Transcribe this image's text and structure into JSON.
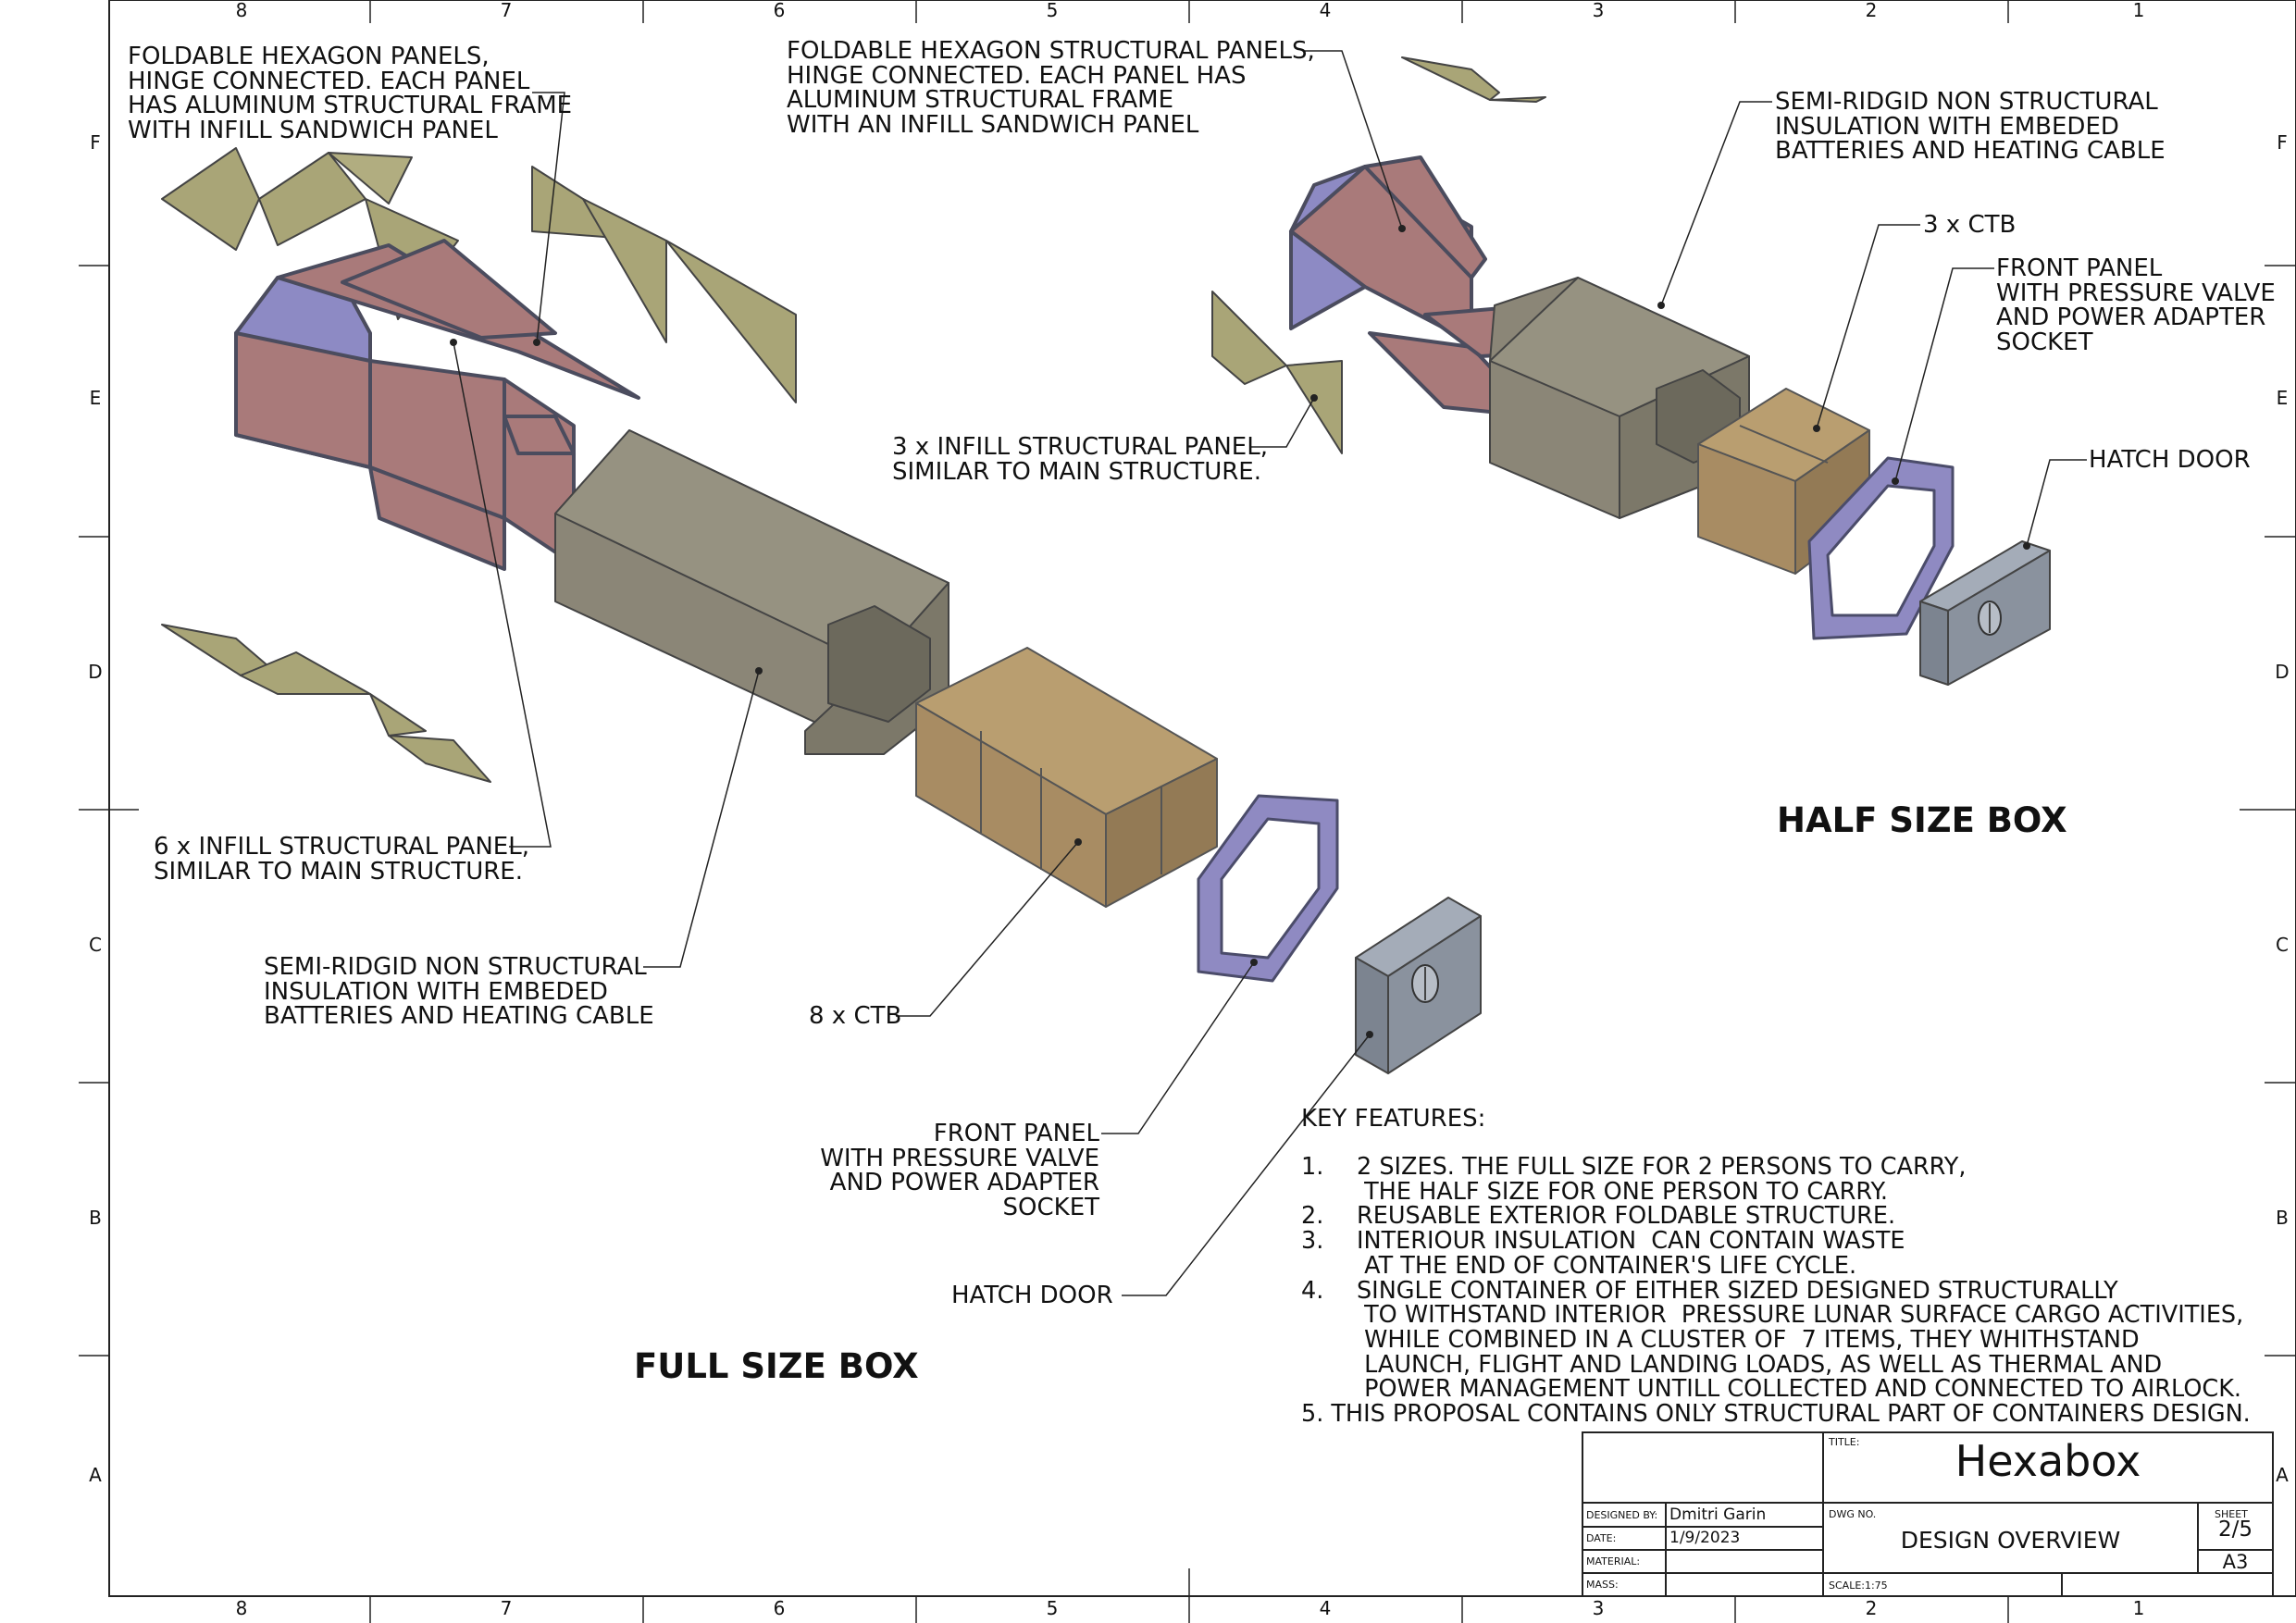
{
  "border": {
    "columns": [
      "8",
      "7",
      "6",
      "5",
      "4",
      "3",
      "2",
      "1"
    ],
    "rows": [
      "F",
      "E",
      "D",
      "C",
      "B",
      "A"
    ]
  },
  "full_size": {
    "title": "FULL SIZE BOX",
    "labels": {
      "hexagon_panels": "FOLDABLE HEXAGON PANELS,\nHINGE CONNECTED. EACH PANEL\nHAS ALUMINUM STRUCTURAL FRAME\nWITH INFILL SANDWICH PANEL",
      "infill_panel": "6 x INFILL STRUCTURAL PANEL,\nSIMILAR TO MAIN STRUCTURE.",
      "insulation": "SEMI-RIDGID NON STRUCTURAL\nINSULATION WITH EMBEDED\nBATTERIES AND HEATING CABLE",
      "ctb": "8 x CTB",
      "front_panel": "FRONT PANEL\nWITH PRESSURE VALVE\nAND POWER ADAPTER\nSOCKET",
      "hatch_door": "HATCH DOOR"
    }
  },
  "half_size": {
    "title": "HALF SIZE BOX",
    "labels": {
      "hexagon_panels": "FOLDABLE HEXAGON STRUCTURAL PANELS,\nHINGE CONNECTED. EACH PANEL HAS\nALUMINUM STRUCTURAL FRAME\nWITH AN INFILL SANDWICH PANEL",
      "infill_panel": "3 x INFILL STRUCTURAL PANEL,\nSIMILAR TO MAIN STRUCTURE.",
      "insulation": "SEMI-RIDGID NON STRUCTURAL\nINSULATION WITH EMBEDED\nBATTERIES AND HEATING CABLE",
      "ctb": "3 x CTB",
      "front_panel": "FRONT PANEL\nWITH PRESSURE VALVE\nAND POWER ADAPTER\nSOCKET",
      "hatch_door": "HATCH DOOR"
    }
  },
  "key_features": {
    "heading": "KEY FEATURES:",
    "items": [
      {
        "num": "1.",
        "text": "2 SIZES. THE FULL SIZE FOR 2 PERSONS TO CARRY,\n THE HALF SIZE FOR ONE PERSON TO CARRY."
      },
      {
        "num": "2.",
        "text": "REUSABLE EXTERIOR FOLDABLE STRUCTURE."
      },
      {
        "num": "3.",
        "text": "INTERIOUR INSULATION  CAN CONTAIN WASTE\n AT THE END OF CONTAINER'S LIFE CYCLE."
      },
      {
        "num": "4.",
        "text": "SINGLE CONTAINER OF EITHER SIZED DESIGNED STRUCTURALLY\n TO WITHSTAND INTERIOR  PRESSURE LUNAR SURFACE CARGO ACTIVITIES,\n WHILE COMBINED IN A CLUSTER OF  7 ITEMS, THEY WHITHSTAND\n LAUNCH, FLIGHT AND LANDING LOADS, AS WELL AS THERMAL AND\n POWER MANAGEMENT UNTILL COLLECTED AND CONNECTED TO AIRLOCK."
      },
      {
        "num": "5.",
        "text": "THIS PROPOSAL CONTAINS ONLY STRUCTURAL PART OF CONTAINERS DESIGN."
      }
    ]
  },
  "title_block": {
    "title_label": "TITLE:",
    "title": "Hexabox",
    "designed_by_label": "DESIGNED BY:",
    "designed_by": "Dmitri Garin",
    "date_label": "DATE:",
    "date": "1/9/2023",
    "material_label": "MATERIAL:",
    "mass_label": "MASS:",
    "dwg_no_label": "DWG NO.",
    "dwg_no": "DESIGN OVERVIEW",
    "sheet_label": "SHEET",
    "sheet": "2/5",
    "size": "A3",
    "scale": "SCALE:1:75"
  },
  "colors": {
    "panel_red": "#a97a7a",
    "panel_blue": "#8d8ac4",
    "panel_olive": "#a9a577",
    "insulation_gray": "#8b8677",
    "ctb_tan": "#a88c63",
    "front_panel": "#8f8ac2",
    "hatch_door": "#8a929e",
    "frame": "#55566a"
  }
}
